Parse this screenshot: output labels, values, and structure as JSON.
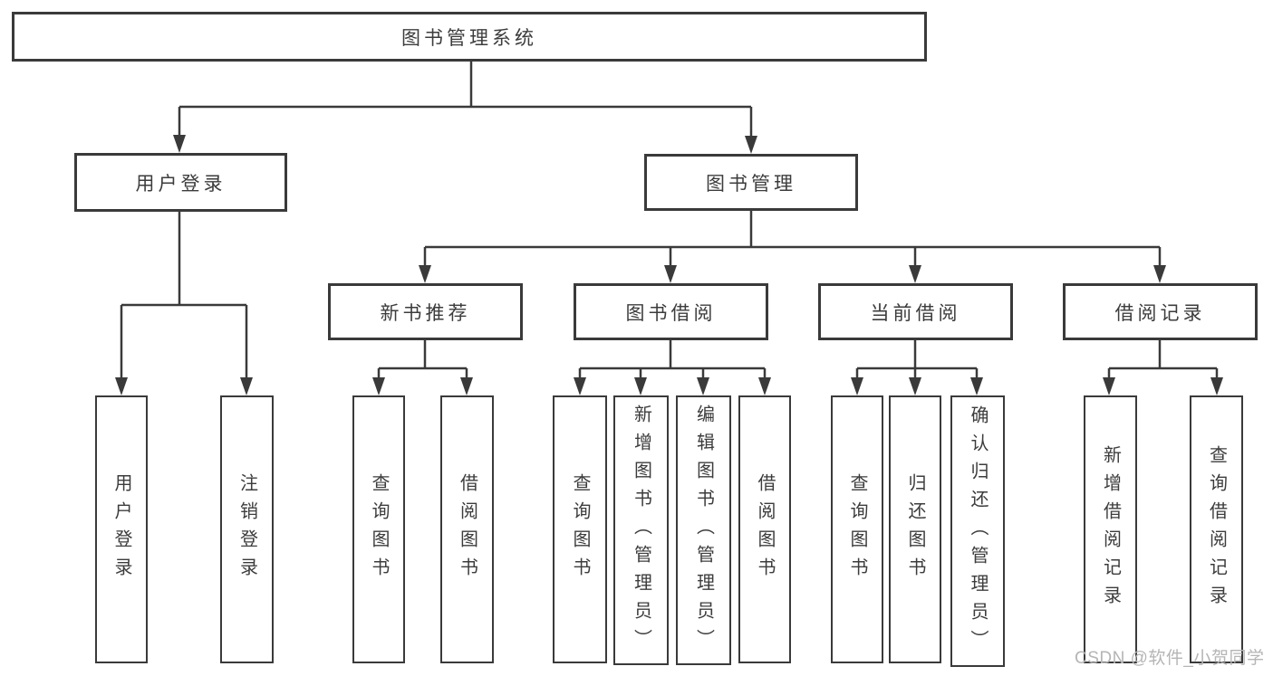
{
  "watermark": "CSDN @软件_小贺同学",
  "colors": {
    "line": "#3a3a3a",
    "box_border": "#3a3a3a",
    "text": "#3c3c3c",
    "watermark": "#b5b5b5",
    "background": "#ffffff"
  },
  "tree": {
    "root": "图书管理系统",
    "branches": [
      {
        "label": "用户登录",
        "leaves": [
          "用户登录",
          "注销登录"
        ]
      },
      {
        "label": "图书管理",
        "groups": [
          {
            "label": "新书推荐",
            "leaves": [
              "查询图书",
              "借阅图书"
            ]
          },
          {
            "label": "图书借阅",
            "leaves": [
              "查询图书",
              "新增图书（管理员）",
              "编辑图书（管理员）",
              "借阅图书"
            ]
          },
          {
            "label": "当前借阅",
            "leaves": [
              "查询图书",
              "归还图书",
              "确认归还（管理员）"
            ]
          },
          {
            "label": "借阅记录",
            "leaves": [
              "新增借阅记录",
              "查询借阅记录"
            ]
          }
        ]
      }
    ]
  }
}
